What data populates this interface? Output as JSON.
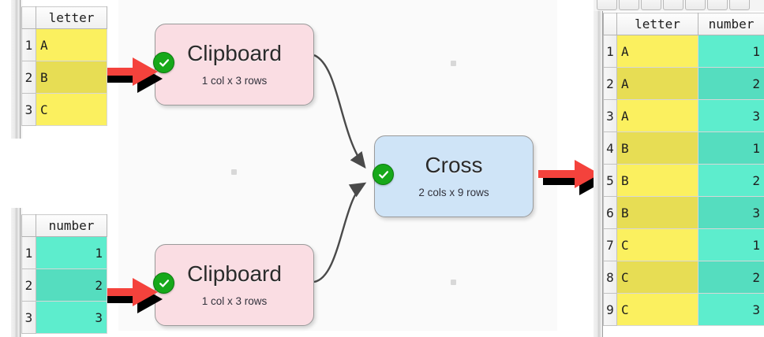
{
  "app": {
    "canvas_background": "#fafafa",
    "accent_arrow_color": "#f4423c",
    "node_ok_color": "#17a81a"
  },
  "nodes": [
    {
      "id": "clipboard-top",
      "title": "Clipboard",
      "subtitle": "1 col x 3 rows",
      "color": "#fadde3",
      "status_icon": "check-circle-icon"
    },
    {
      "id": "cross",
      "title": "Cross",
      "subtitle": "2 cols x 9 rows",
      "color": "#cfe4f7",
      "status_icon": "check-circle-icon"
    },
    {
      "id": "clipboard-bottom",
      "title": "Clipboard",
      "subtitle": "1 col x 3 rows",
      "color": "#fadde3",
      "status_icon": "check-circle-icon"
    }
  ],
  "tables": {
    "input_letter": {
      "columns": [
        "letter"
      ],
      "rownums": [
        "1",
        "2",
        "3"
      ],
      "rows": [
        [
          "A"
        ],
        [
          "B"
        ],
        [
          "C"
        ]
      ],
      "fill": "#fbf05f"
    },
    "input_number": {
      "columns": [
        "number"
      ],
      "rownums": [
        "1",
        "2",
        "3"
      ],
      "rows": [
        [
          "1"
        ],
        [
          "2"
        ],
        [
          "3"
        ]
      ],
      "fill": "#5dedcd"
    },
    "output_cross": {
      "columns": [
        "letter",
        "number"
      ],
      "rownums": [
        "1",
        "2",
        "3",
        "4",
        "5",
        "6",
        "7",
        "8",
        "9"
      ],
      "rows": [
        [
          "A",
          "1"
        ],
        [
          "A",
          "2"
        ],
        [
          "A",
          "3"
        ],
        [
          "B",
          "1"
        ],
        [
          "B",
          "2"
        ],
        [
          "B",
          "3"
        ],
        [
          "C",
          "1"
        ],
        [
          "C",
          "2"
        ],
        [
          "C",
          "3"
        ]
      ],
      "fill_letter": "#fbf05f",
      "fill_number": "#5dedcd"
    }
  },
  "arrows": [
    {
      "id": "arrow-letter-to-clipboard",
      "direction": "right",
      "color": "#f4423c"
    },
    {
      "id": "arrow-number-to-clipboard",
      "direction": "right",
      "color": "#f4423c"
    },
    {
      "id": "arrow-cross-to-output",
      "direction": "right",
      "color": "#f4423c"
    }
  ],
  "connectors": [
    {
      "id": "wire-clipboard-top-to-cross",
      "from": "clipboard-top",
      "to": "cross"
    },
    {
      "id": "wire-clipboard-bottom-to-cross",
      "from": "clipboard-bottom",
      "to": "cross"
    }
  ]
}
